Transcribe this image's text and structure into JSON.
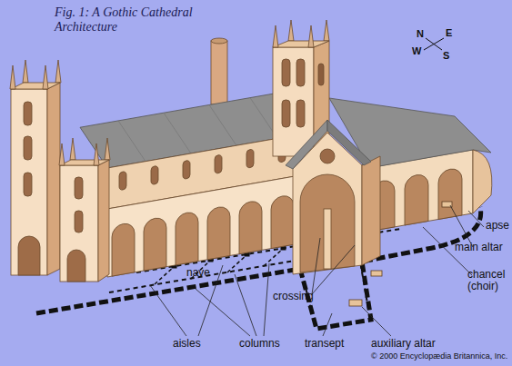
{
  "diagram": {
    "title": "Fig. 1: A Gothic Cathedral Architecture",
    "labels": [
      "N",
      "E",
      "W",
      "S",
      "nave",
      "crossing",
      "aisles",
      "columns",
      "transept",
      "auxiliary altar",
      "apse",
      "main altar",
      "chancel (choir)",
      "© 2000 Encyclopædia Britannica, Inc."
    ]
  }
}
